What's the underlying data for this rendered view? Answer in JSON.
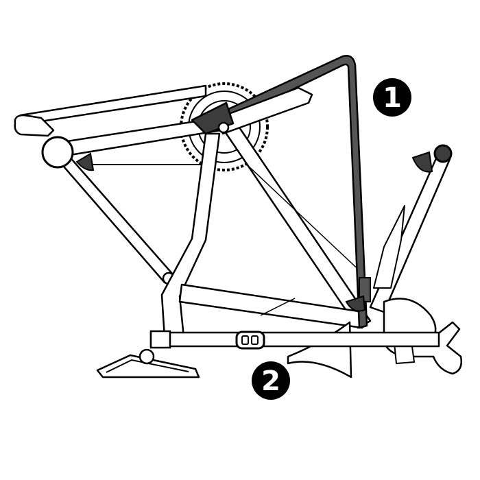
{
  "diagram": {
    "callouts": [
      {
        "id": "strap-top",
        "label": "1"
      },
      {
        "id": "strap-bottom",
        "label": "2"
      }
    ],
    "colors": {
      "outline": "#000000",
      "fill": "#ffffff",
      "strap": "#555555",
      "pad": "#3c3c3c",
      "callout_bg": "#000000",
      "callout_fg": "#ffffff"
    }
  }
}
